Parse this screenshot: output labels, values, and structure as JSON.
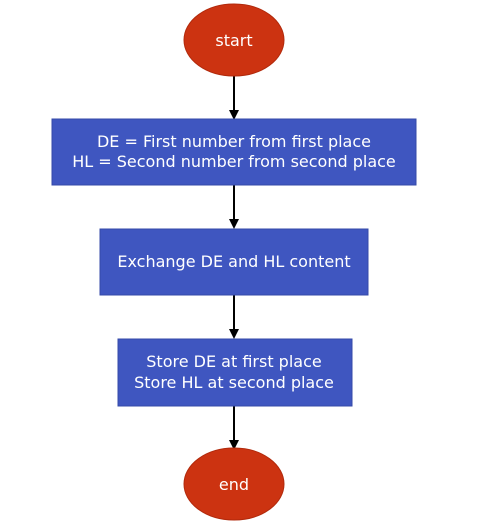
{
  "diagram": {
    "type": "flowchart",
    "nodes": [
      {
        "id": "start",
        "shape": "ellipse",
        "lines": [
          "start"
        ]
      },
      {
        "id": "load",
        "shape": "rect",
        "lines": [
          "DE = First number from first place",
          "HL = Second number from second place"
        ]
      },
      {
        "id": "exchange",
        "shape": "rect",
        "lines": [
          "Exchange DE and HL content"
        ]
      },
      {
        "id": "store",
        "shape": "rect",
        "lines": [
          "Store DE at first place",
          "Store HL at second place"
        ]
      },
      {
        "id": "end",
        "shape": "ellipse",
        "lines": [
          "end"
        ]
      }
    ],
    "edges": [
      {
        "from": "start",
        "to": "load"
      },
      {
        "from": "load",
        "to": "exchange"
      },
      {
        "from": "exchange",
        "to": "store"
      },
      {
        "from": "store",
        "to": "end"
      }
    ],
    "colors": {
      "terminal_fill": "#cc3311",
      "terminal_stroke": "#b22a0c",
      "process_fill": "#3f56c0",
      "process_stroke": "#344aa8",
      "text": "#ffffff",
      "arrow": "#000000"
    }
  }
}
